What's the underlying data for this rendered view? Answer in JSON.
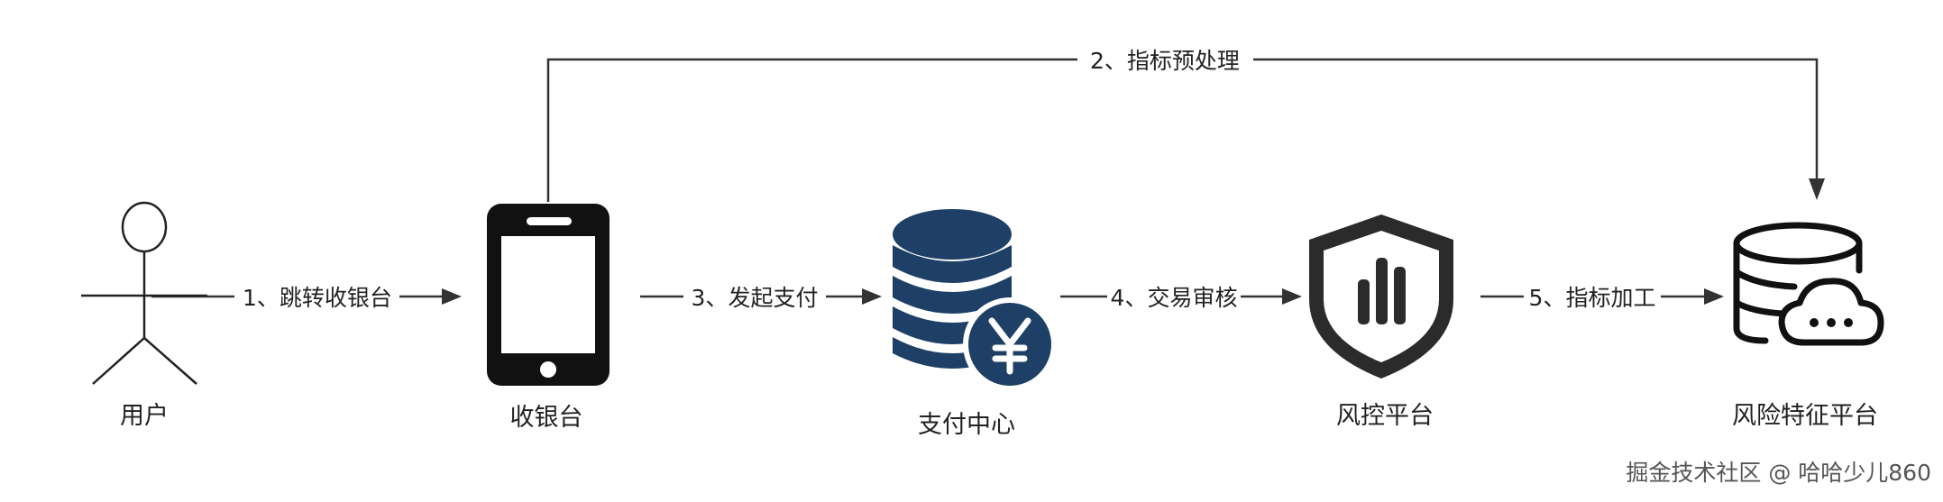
{
  "diagram": {
    "nodes": [
      {
        "id": "user",
        "label": "用户",
        "icon": "stick-figure-icon"
      },
      {
        "id": "cashier",
        "label": "收银台",
        "icon": "smartphone-icon"
      },
      {
        "id": "payment",
        "label": "支付中心",
        "icon": "coin-stack-yuan-icon"
      },
      {
        "id": "risk",
        "label": "风控平台",
        "icon": "shield-chart-icon"
      },
      {
        "id": "feature",
        "label": "风险特征平台",
        "icon": "database-cloud-icon"
      }
    ],
    "edges": [
      {
        "from": "user",
        "to": "cashier",
        "label": "1、跳转收银台"
      },
      {
        "from": "cashier",
        "to": "feature",
        "label": "2、指标预处理"
      },
      {
        "from": "cashier",
        "to": "payment",
        "label": "3、发起支付"
      },
      {
        "from": "payment",
        "to": "risk",
        "label": "4、交易审核"
      },
      {
        "from": "risk",
        "to": "feature",
        "label": "5、指标加工"
      }
    ],
    "colors": {
      "ink": "#222222",
      "line": "#333333",
      "coin": "#1e3f66",
      "shield": "#2b2b2b"
    }
  },
  "watermark": "掘金技术社区 @ 哈哈少儿860"
}
